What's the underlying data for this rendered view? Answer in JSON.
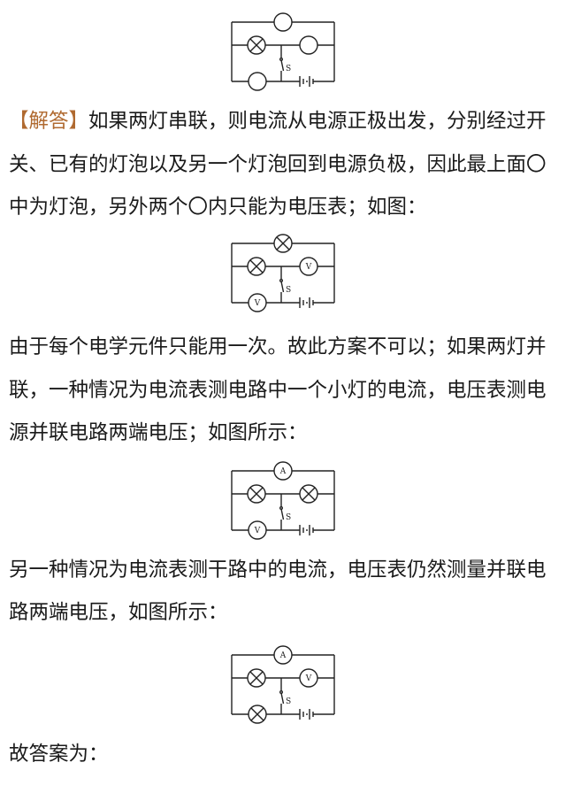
{
  "answer_tag": "【解答】",
  "lines": [
    "如果两灯串联，则电流从电源正极出发，分别经过开",
    "关、已有的灯泡以及另一个灯泡回到电源负极，因此最上面〇",
    "中为灯泡，另外两个〇内只能为电压表；如图：",
    "由于每个电学元件只能用一次。故此方案不可以；如果两灯并",
    "联，一种情况为电流表测电路中一个小灯的电流，电压表测电",
    "源并联电路两端电压；如图所示：",
    "另一种情况为电流表测干路中的电流，电压表仍然测量并联电",
    "路两端电压，如图所示：",
    "故答案为："
  ],
  "switch_label": "S",
  "circuits": [
    {
      "top": "blank",
      "mid_left": "lamp",
      "mid_right": "blank",
      "bottom": "blank"
    },
    {
      "top": "lamp",
      "mid_left": "lamp",
      "mid_right": "V",
      "bottom": "V"
    },
    {
      "top": "A",
      "mid_left": "lamp",
      "mid_right": "lamp",
      "bottom": "V"
    },
    {
      "top": "A",
      "mid_left": "lamp",
      "mid_right": "V",
      "bottom": "lamp"
    }
  ]
}
